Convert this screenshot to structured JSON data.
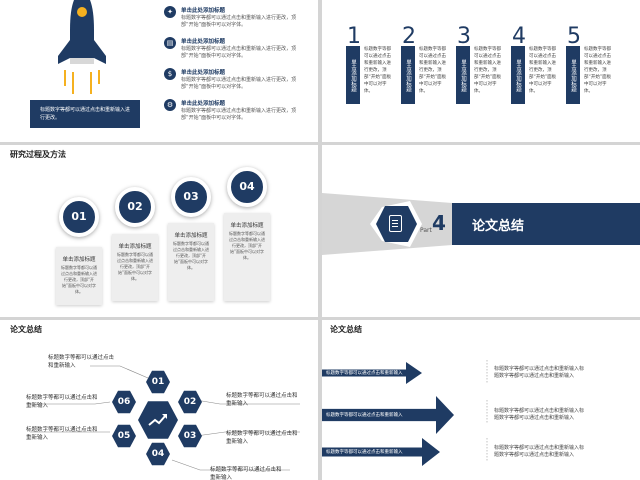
{
  "slide1": {
    "caption": "标题数字等都可以通过点击和重新输入进行更改。",
    "items": [
      {
        "title": "单击此处添加标题",
        "desc": "标题数字等都可以通过点击和重新输入进行更改，顶部“开始”面板中可以对字体。",
        "icon": "lightbulb-icon",
        "glyph": "✦"
      },
      {
        "title": "单击此处添加标题",
        "desc": "标题数字等都可以通过点击和重新输入进行更改，顶部“开始”面板中可以对字体。",
        "icon": "chart-icon",
        "glyph": "▤"
      },
      {
        "title": "单击此处添加标题",
        "desc": "标题数字等都可以通过点击和重新输入进行更改，顶部“开始”面板中可以对字体。",
        "icon": "dollar-icon",
        "glyph": "$"
      },
      {
        "title": "单击此处添加标题",
        "desc": "标题数字等都可以通过点击和重新输入进行更改，顶部“开始”面板中可以对字体。",
        "icon": "gear-icon",
        "glyph": "⚙"
      }
    ]
  },
  "slide2": {
    "items": [
      {
        "num": "1",
        "bar": "单击添加标题",
        "desc": "标题数字等都可以通过点击和重新输入进行更改，顶部“开始”面板中可以对字体。"
      },
      {
        "num": "2",
        "bar": "单击添加标题",
        "desc": "标题数字等都可以通过点击和重新输入进行更改，顶部“开始”面板中可以对字体。"
      },
      {
        "num": "3",
        "bar": "单击添加标题",
        "desc": "标题数字等都可以通过点击和重新输入进行更改，顶部“开始”面板中可以对字体。"
      },
      {
        "num": "4",
        "bar": "单击添加标题",
        "desc": "标题数字等都可以通过点击和重新输入进行更改，顶部“开始”面板中可以对字体。"
      },
      {
        "num": "5",
        "bar": "单击添加标题",
        "desc": "标题数字等都可以通过点击和重新输入进行更改，顶部“开始”面板中可以对字体。"
      }
    ]
  },
  "slide3": {
    "heading": "研究过程及方法",
    "steps": [
      {
        "num": "01",
        "title": "单击添加标题",
        "desc": "标题数字等都可以通过点击和重新输入进行更改，顶部“开始”面板中可以对字体。"
      },
      {
        "num": "02",
        "title": "单击添加标题",
        "desc": "标题数字等都可以通过点击和重新输入进行更改，顶部“开始”面板中可以对字体。"
      },
      {
        "num": "03",
        "title": "单击添加标题",
        "desc": "标题数字等都可以通过点击和重新输入进行更改，顶部“开始”面板中可以对字体。"
      },
      {
        "num": "04",
        "title": "单击添加标题",
        "desc": "标题数字等都可以通过点击和重新输入进行更改，顶部“开始”面板中可以对字体。"
      }
    ]
  },
  "slide4": {
    "part_label": "Part",
    "part_num": "4",
    "title": "论文总结"
  },
  "slide5": {
    "heading": "论文总结",
    "hexes": [
      "01",
      "02",
      "03",
      "04",
      "05",
      "06"
    ],
    "labels": [
      "标题数字等都可以通过点击和重新输入",
      "标题数字等都可以通过点击和重新输入",
      "标题数字等都可以通过点击和重新输入",
      "标题数字等都可以通过点击和重新输入",
      "标题数字等都可以通过点击和重新输入",
      "标题数字等都可以通过点击和重新输入"
    ]
  },
  "slide6": {
    "heading": "论文总结",
    "rows": [
      {
        "arrow": "标题数字等都可以通过点击和重新输入",
        "desc": "标题数字等都可以通过点击和重新输入标题数字等都可以通过点击和重新输入"
      },
      {
        "arrow": "标题数字等都可以通过点击和重新输入",
        "desc": "标题数字等都可以通过点击和重新输入标题数字等都可以通过点击和重新输入"
      },
      {
        "arrow": "标题数字等都可以通过点击和重新输入",
        "desc": "标题数字等都可以通过点击和重新输入标题数字等都可以通过点击和重新输入"
      }
    ]
  },
  "colors": {
    "navy": "#1f3b63",
    "accent": "#f5b120",
    "gray": "#d4d4d4"
  }
}
